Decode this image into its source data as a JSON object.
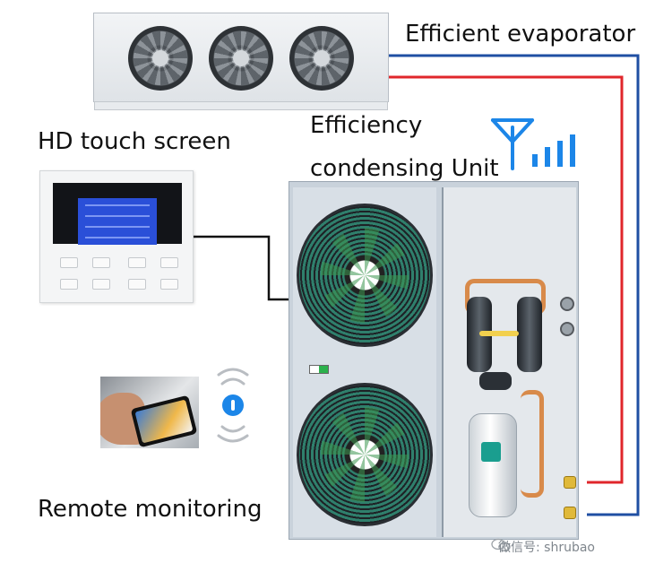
{
  "labels": {
    "evaporator": "Efficient evaporator",
    "condensing_line1": "Efficiency",
    "condensing_line2": "condensing Unit",
    "touch_screen": "HD touch screen",
    "remote": "Remote monitoring"
  },
  "watermark": {
    "text": "微信号: shrubao"
  },
  "colors": {
    "supply_line": "#e0262b",
    "return_line": "#1f4fa3",
    "control_cable": "#111111",
    "signal_accent": "#1c86e8"
  },
  "icons": {
    "antenna": "antenna-icon",
    "signal": "signal-bars-icon",
    "wifi": "wifi-icon",
    "wechat": "wechat-icon"
  }
}
